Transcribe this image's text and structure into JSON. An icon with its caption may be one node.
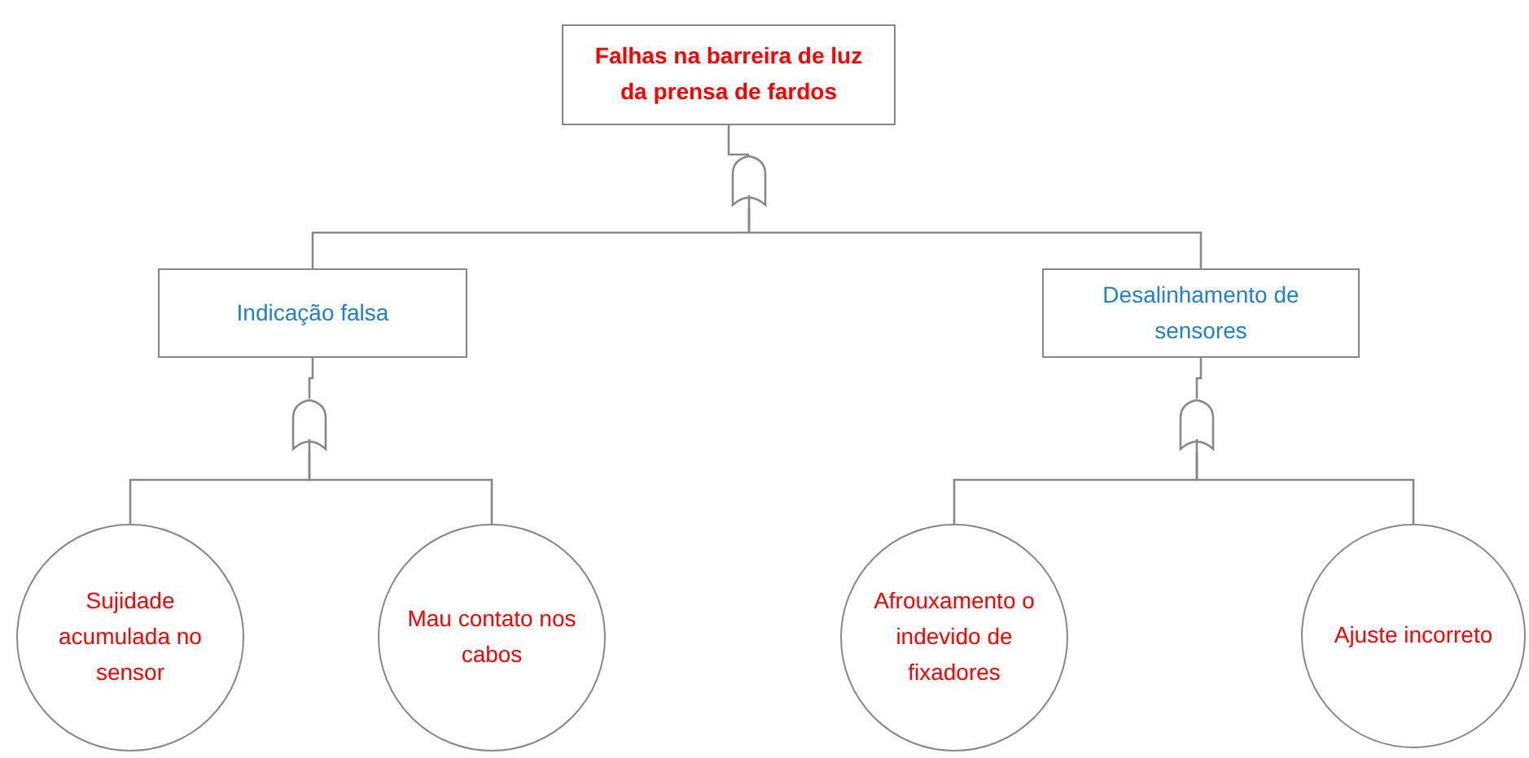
{
  "diagram": {
    "nodes": [
      {
        "text": [
          "Falhas na barreira de luz da prensa de fardos"
        ]
      },
      {
        "text": [],
        "shape": "gate"
      },
      {
        "text": [
          "Indicação falsa"
        ]
      },
      {
        "text": [
          "Desalinhamento de sensores"
        ]
      },
      {
        "text": [],
        "shape": "gate"
      },
      {
        "text": [],
        "shape": "gate"
      },
      {
        "text": [
          "Sujidade acumulada no sensor"
        ]
      },
      {
        "text": [
          "Mau contato nos cabos"
        ]
      },
      {
        "text": [
          "Afrouxamento o indevido de fixadores"
        ]
      },
      {
        "text": [
          "Ajuste incorreto"
        ]
      }
    ],
    "edges": [
      {
        "from": 0,
        "to": 1,
        "arrow": "none"
      },
      {
        "from": 1,
        "to": 2,
        "arrow": "none"
      },
      {
        "from": 1,
        "to": 3,
        "arrow": "none"
      },
      {
        "from": 2,
        "to": 4,
        "arrow": "none"
      },
      {
        "from": 3,
        "to": 5,
        "arrow": "none"
      },
      {
        "from": 4,
        "to": 6,
        "arrow": "none"
      },
      {
        "from": 4,
        "to": 7,
        "arrow": "none"
      },
      {
        "from": 5,
        "to": 8,
        "arrow": "none"
      },
      {
        "from": 5,
        "to": 9,
        "arrow": "none"
      }
    ]
  }
}
